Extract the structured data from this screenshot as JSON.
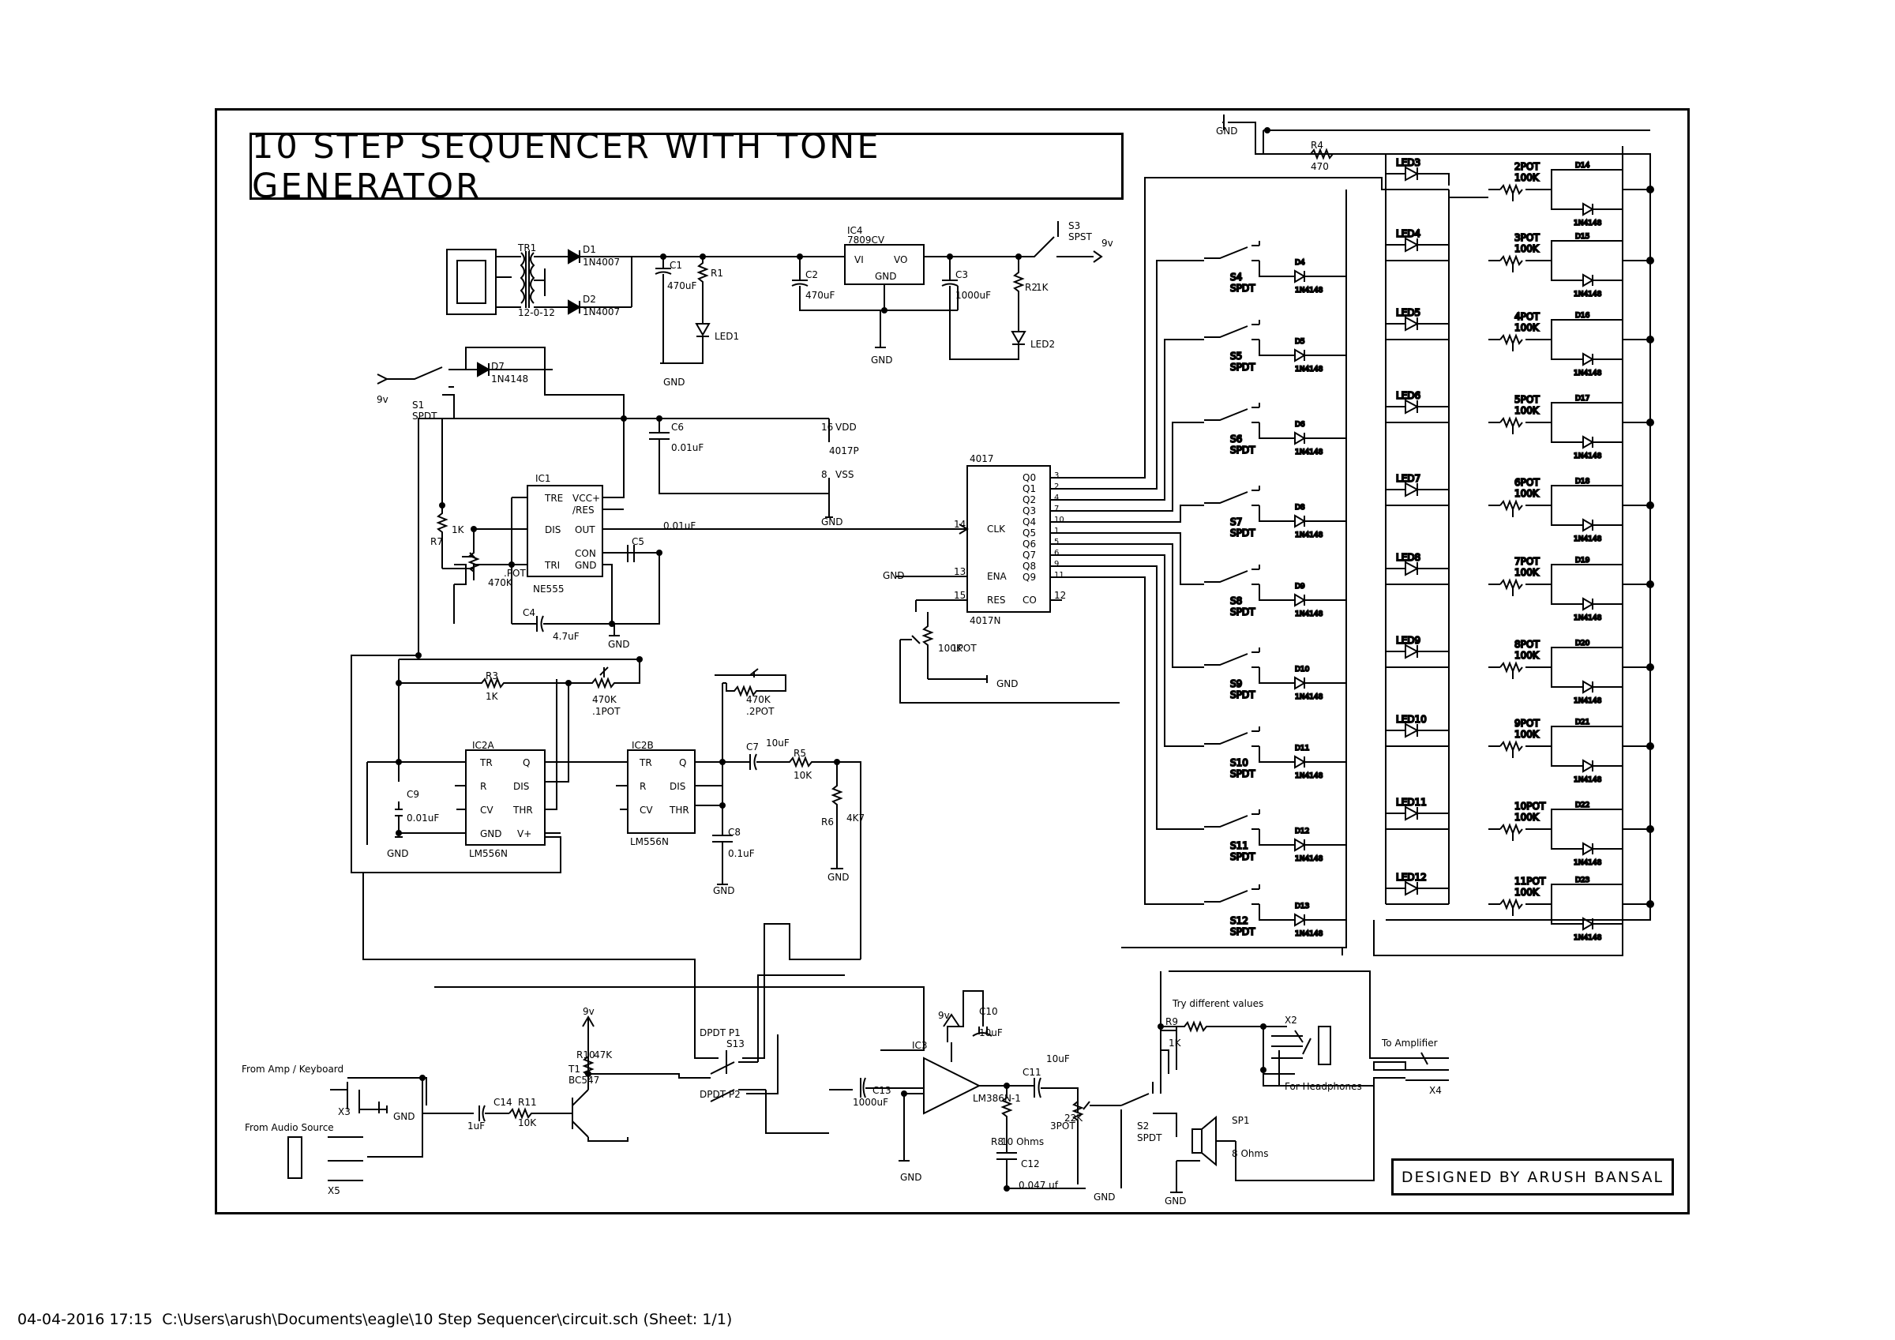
{
  "title": "10 STEP SEQUENCER WITH TONE GENERATOR",
  "credit": "DESIGNED BY ARUSH BANSAL",
  "footer": "04-04-2016 17:15  C:\\Users\\arush\\Documents\\eagle\\10 Step Sequencer\\circuit.sch (Sheet: 1/1)",
  "power": {
    "tr1": "TR1",
    "tr1_value": "12-0-12",
    "d1": "D1",
    "d1_value": "1N4007",
    "d2": "D2",
    "d2_value": "1N4007",
    "c1": "C1",
    "c1_value": "470uF",
    "r1": "R1",
    "led1": "LED1",
    "ic4": "IC4",
    "ic4_value": "7809CV",
    "vi": "VI",
    "vo": "VO",
    "gnd": "GND",
    "c2": "C2",
    "c2_value": "470uF",
    "c3": "C3",
    "c3_value": "1000uF",
    "r2": "R2",
    "r2_value": "1K",
    "led2": "LED2",
    "s3": "S3",
    "s3_value": "SPST",
    "vcc": "9v"
  },
  "timer": {
    "s1": "S1",
    "s1_value": "SPDT",
    "d7": "D7",
    "d7_value": "1N4148",
    "c6": "C6",
    "c6_value": "0.01uF",
    "ic1": "IC1",
    "ic1_value": "NE555",
    "pins": [
      "TRE",
      "VCC+",
      "/RES",
      "DIS",
      "OUT",
      "CON",
      "TRI",
      "GND"
    ],
    "c5": "C5",
    "c5_value": "0.01uF",
    "c4": "C4",
    "c4_value": "4.7uF",
    "r7": "R7",
    "r7_value": "1K",
    "pot": "470K",
    "pot_name": ".POT",
    "ic4017p": "4017P",
    "vdd": "VDD",
    "vss": "VSS",
    "pin16": "16",
    "pin8": "8"
  },
  "counter": {
    "name": "4017",
    "value": "4017N",
    "outputs": [
      "Q0",
      "Q1",
      "Q2",
      "Q3",
      "Q4",
      "Q5",
      "Q6",
      "Q7",
      "Q8",
      "Q9"
    ],
    "output_pins": [
      "3",
      "2",
      "4",
      "7",
      "10",
      "1",
      "5",
      "6",
      "9",
      "11"
    ],
    "clk": "CLK",
    "ena": "ENA",
    "res": "RES",
    "co": "CO",
    "pot": "100K",
    "pot_name": "1POT"
  },
  "steps": {
    "leds": [
      "LED3",
      "LED4",
      "LED5",
      "LED6",
      "LED7",
      "LED8",
      "LED9",
      "LED10",
      "LED11",
      "LED12"
    ],
    "pots": [
      "2POT",
      "3POT",
      "4POT",
      "5POT",
      "6POT",
      "7POT",
      "8POT",
      "9POT",
      "10POT",
      "11POT"
    ],
    "pot_value": "100K",
    "switches": [
      "S4",
      "S5",
      "S6",
      "S7",
      "S8",
      "S9",
      "S10",
      "S11",
      "S12"
    ],
    "switch_value": "SPDT",
    "diodes_left": [
      "D4",
      "D5",
      "D6",
      "D8",
      "D9",
      "D10",
      "D11",
      "D12",
      "D13"
    ],
    "diodes_right": [
      "D14",
      "D15",
      "D16",
      "D17",
      "D18",
      "D19",
      "D20",
      "D21",
      "D22",
      "D23"
    ],
    "diode_value": "1N4148",
    "r4": "R4",
    "r4_value": "470"
  },
  "oscillator": {
    "r3": "R3",
    "r3_value": "1K",
    "pot1": "470K",
    "pot1_name": ".1POT",
    "pot2": "470K",
    "pot2_name": ".2POT",
    "ic2a": "IC2A",
    "ic2b": "IC2B",
    "ic2_value": "LM556N",
    "pins": [
      "TR",
      "Q",
      "R",
      "DIS",
      "CV",
      "THR",
      "GND",
      "V+"
    ],
    "c9": "C9",
    "c9_value": "0.01uF",
    "c7": "C7",
    "c7_value": "10uF",
    "r5": "R5",
    "r5_value": "10K",
    "r6": "R6",
    "r6_value": "4K7",
    "c8": "C8",
    "c8_value": "0.1uF"
  },
  "output": {
    "amp_in": "From Amp / Keyboard",
    "audio_in": "From Audio Source",
    "x3": "X3",
    "x5": "X5",
    "c14": "C14",
    "c14_value": "1uF",
    "r11": "R11",
    "r11_value": "10K",
    "t1": "T1",
    "t1_value": "BC547",
    "r10": "R10",
    "r10_value": "47K",
    "p1": "DPDT P1",
    "s13": "S13",
    "p2": "DPDT P2",
    "c13": "C13",
    "c13_value": "1000uF",
    "ic3": "IC3",
    "ic3_value": "LM386N-1",
    "c10": "C10",
    "c10_value": "10uF",
    "c11": "C11",
    "c11_value": "10uF",
    "r8": "R8",
    "r8_value": "10 Ohms",
    "c12": "C12",
    "c12_value": "0.047 uf",
    "pot3": "3POT",
    "pot3_value": "22K",
    "s2": "S2",
    "s2_value": "SPDT",
    "sp1": "SP1",
    "sp1_value": "8 Ohms",
    "r9": "R9",
    "r9_value": "1K",
    "note": "Try different values",
    "x2": "X2",
    "headphones": "For Headphones",
    "to_amp": "To Amplifier",
    "x4": "X4"
  },
  "labels": {
    "gnd": "GND",
    "vcc": "9v"
  }
}
